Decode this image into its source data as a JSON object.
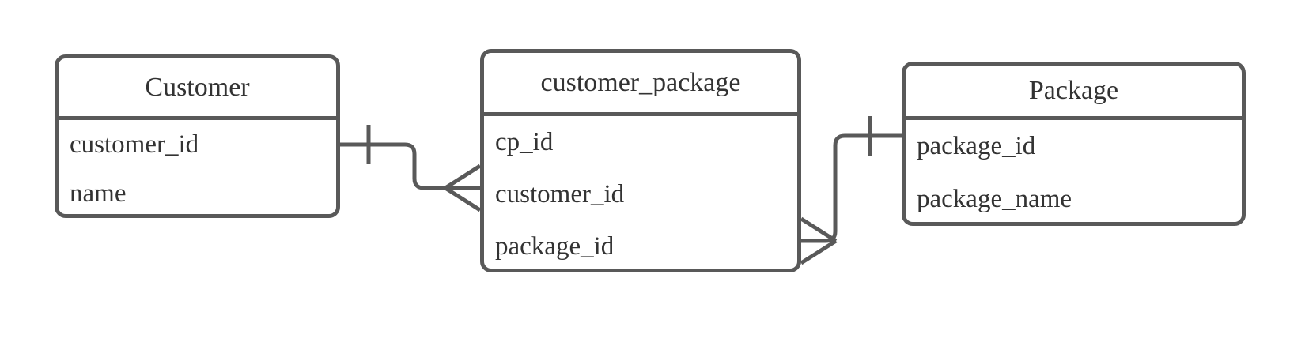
{
  "diagram": {
    "type": "entity-relationship-diagram",
    "notation": "crows-foot",
    "background_color": "#ffffff",
    "stroke_color": "#595959",
    "text_color": "#333333"
  },
  "entities": [
    {
      "id": "customer",
      "name": "Customer",
      "fields": [
        "customer_id",
        "name"
      ]
    },
    {
      "id": "customer_package",
      "name": "customer_package",
      "fields": [
        "cp_id",
        "customer_id",
        "package_id"
      ]
    },
    {
      "id": "package",
      "name": "Package",
      "fields": [
        "package_id",
        "package_name"
      ]
    }
  ],
  "relationships": [
    {
      "id": "customer-to-customer-package",
      "from": "Customer",
      "to": "customer_package",
      "from_cardinality": "one",
      "to_cardinality": "many",
      "label": "one-to-many"
    },
    {
      "id": "package-to-customer-package",
      "from": "Package",
      "to": "customer_package",
      "from_cardinality": "one",
      "to_cardinality": "many",
      "label": "one-to-many"
    }
  ]
}
